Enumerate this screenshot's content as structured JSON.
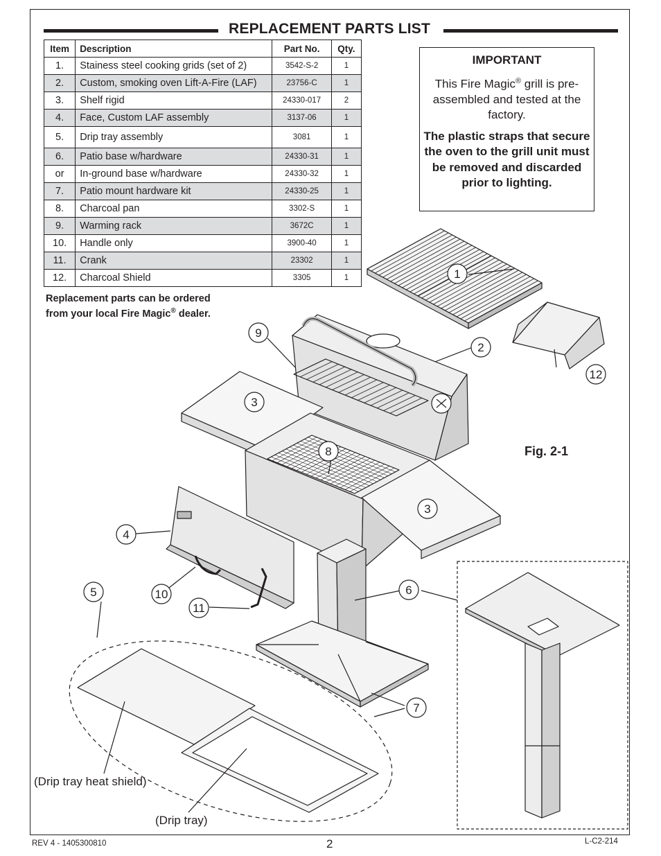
{
  "title": "REPLACEMENT PARTS LIST",
  "table": {
    "headers": {
      "item": "Item",
      "description": "Description",
      "part": "Part No.",
      "qty": "Qty."
    },
    "rows": [
      {
        "item": "1.",
        "description": "Stainess steel cooking grids (set of 2)",
        "part": "3542-S-2",
        "qty": "1"
      },
      {
        "item": "2.",
        "description": "Custom, smoking oven Lift-A-Fire (LAF)",
        "part": "23756-C",
        "qty": "1"
      },
      {
        "item": "3.",
        "description": "Shelf rigid",
        "part": "24330-017",
        "qty": "2"
      },
      {
        "item": "4.",
        "description": "Face, Custom LAF assembly",
        "part": "3137-06",
        "qty": "1"
      },
      {
        "item": "5.",
        "description": "Drip tray assembly",
        "part": "3081",
        "qty": "1"
      },
      {
        "item": "6.",
        "description": "Patio base w/hardware",
        "part": "24330-31",
        "qty": "1"
      },
      {
        "item": "or",
        "description": "In-ground base w/hardware",
        "part": "24330-32",
        "qty": "1"
      },
      {
        "item": "7.",
        "description": "Patio mount hardware kit",
        "part": "24330-25",
        "qty": "1"
      },
      {
        "item": "8.",
        "description": "Charcoal pan",
        "part": "3302-S",
        "qty": "1"
      },
      {
        "item": "9.",
        "description": "Warming rack",
        "part": "3672C",
        "qty": "1"
      },
      {
        "item": "10.",
        "description": "Handle only",
        "part": "3900-40",
        "qty": "1"
      },
      {
        "item": "11.",
        "description": "Crank",
        "part": "23302",
        "qty": "1"
      },
      {
        "item": "12.",
        "description": "Charcoal Shield",
        "part": "3305",
        "qty": "1"
      }
    ]
  },
  "note": {
    "line1": "Replacement parts can be ordered",
    "line2_pre": "from your local Fire Magic",
    "line2_reg": "®",
    "line2_post": " dealer."
  },
  "important": {
    "heading": "IMPORTANT",
    "body_pre": "This Fire Magic",
    "body_reg": "®",
    "body_post": " grill is pre-assembled and tested at the factory.",
    "bold": "The plastic straps that secure the oven to the grill unit must be removed and discarded prior to lighting."
  },
  "figure": {
    "label": "Fig. 2-1",
    "callouts": [
      "1",
      "2",
      "3",
      "3",
      "4",
      "5",
      "6",
      "7",
      "8",
      "9",
      "10",
      "11",
      "12"
    ],
    "drip_heat_shield": "(Drip tray heat shield)",
    "drip_tray": "(Drip tray)"
  },
  "footer": {
    "left": "REV 4 - 1405300810",
    "page": "2",
    "right": "L-C2-214"
  },
  "colors": {
    "ink": "#231f20",
    "shade": "#dcdddf",
    "metal": "#ededed"
  }
}
